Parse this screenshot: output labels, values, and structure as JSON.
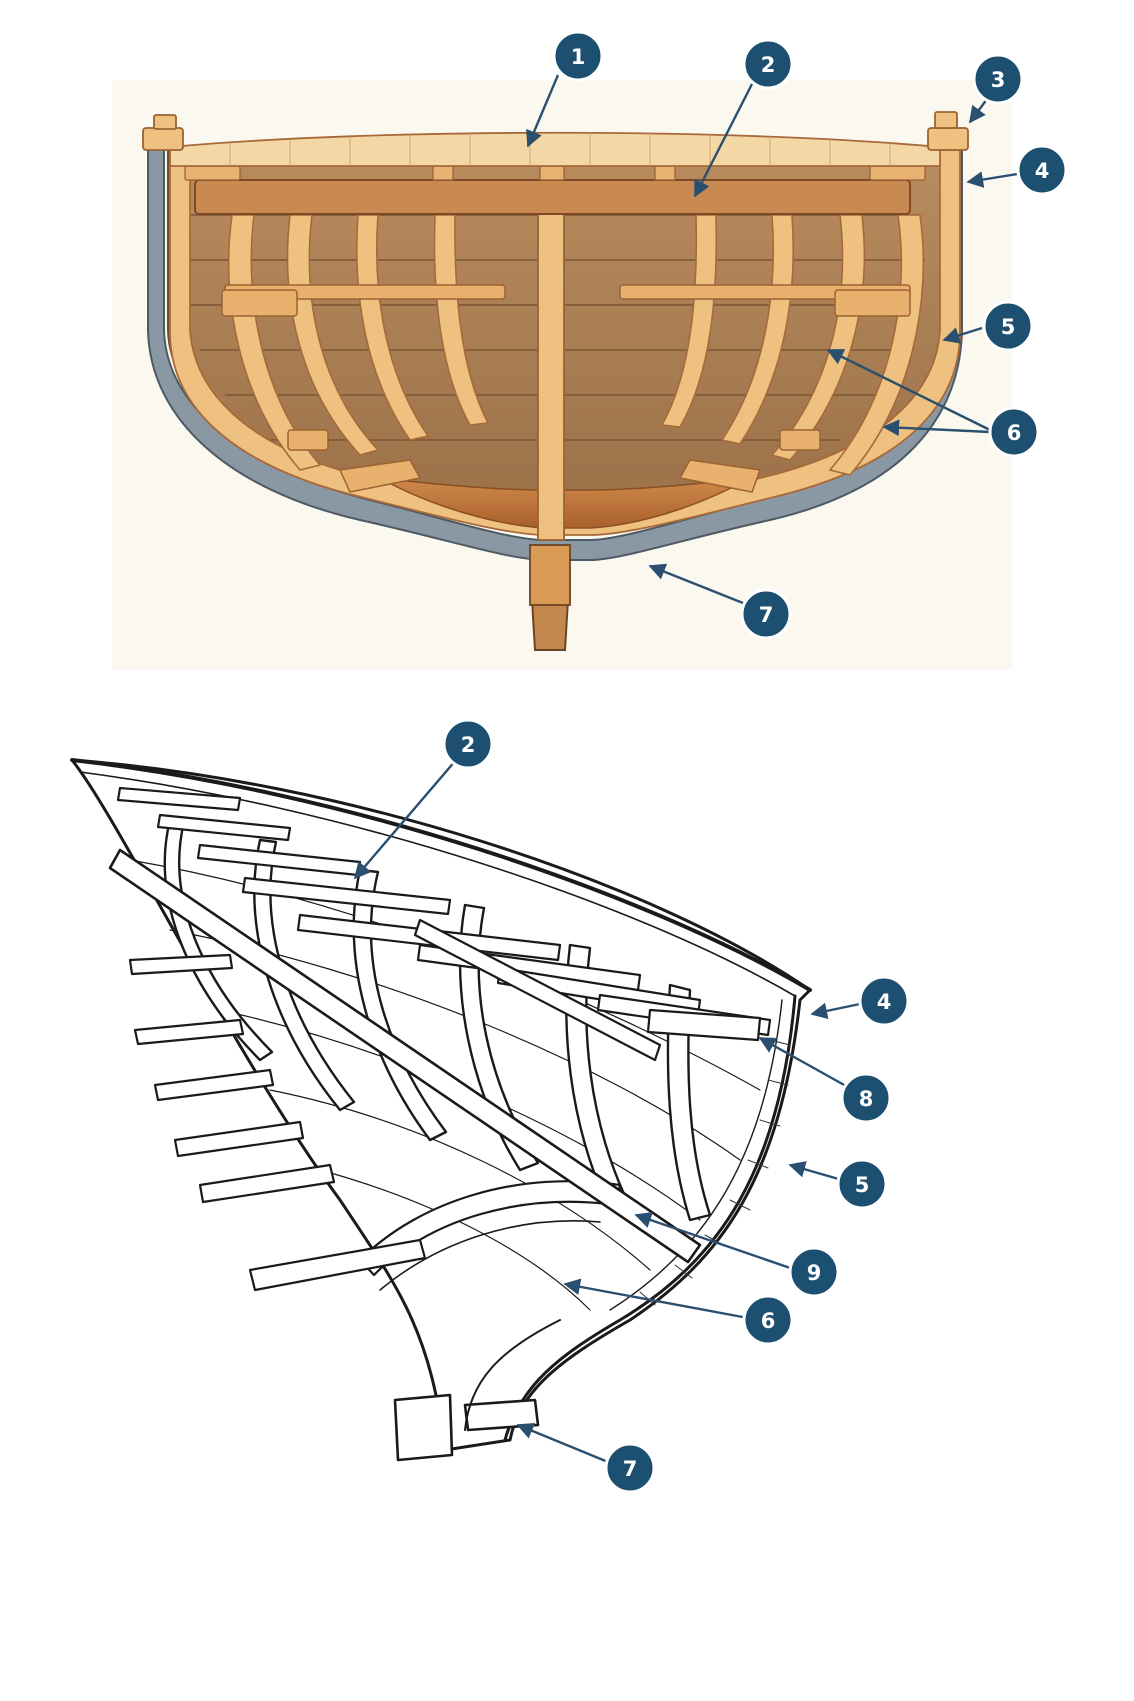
{
  "colors": {
    "badge": "#1d4f70",
    "badge_border": "#ffffff",
    "leader": "#2b4f6e",
    "wood_light": "#f0c88a",
    "wood_mid": "#d99a55",
    "wood_dark": "#a8693a",
    "hull_plate": "#8a98a3",
    "ink": "#1a1a1a"
  },
  "figure_top": {
    "view": "cross-section",
    "callouts": [
      {
        "num": "1"
      },
      {
        "num": "2"
      },
      {
        "num": "3"
      },
      {
        "num": "4"
      },
      {
        "num": "5"
      },
      {
        "num": "6"
      },
      {
        "num": "7"
      }
    ]
  },
  "figure_bottom": {
    "view": "perspective-sketch",
    "callouts": [
      {
        "num": "2"
      },
      {
        "num": "4"
      },
      {
        "num": "8"
      },
      {
        "num": "5"
      },
      {
        "num": "9"
      },
      {
        "num": "6"
      },
      {
        "num": "7"
      }
    ]
  }
}
